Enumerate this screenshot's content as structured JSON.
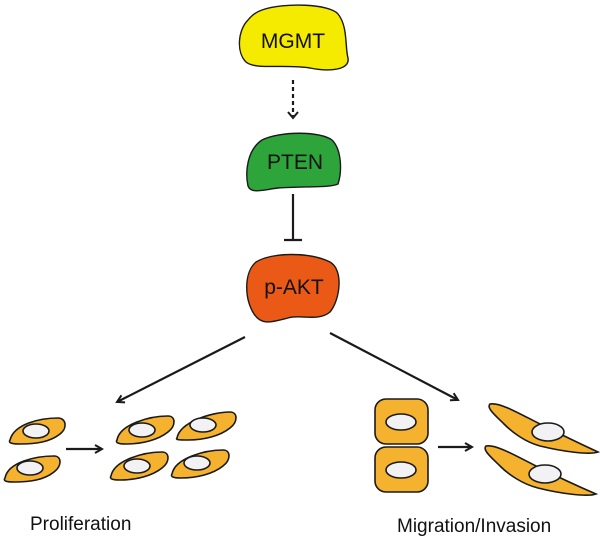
{
  "diagram": {
    "nodes": [
      {
        "id": "mgmt",
        "label": "MGMT",
        "color": "#f5eb00"
      },
      {
        "id": "pten",
        "label": "PTEN",
        "color": "#2ea53a"
      },
      {
        "id": "pakt",
        "label": "p-AKT",
        "color": "#ea5a16"
      }
    ],
    "edges": [
      {
        "from": "MGMT",
        "to": "PTEN",
        "type": "dashed-activation"
      },
      {
        "from": "PTEN",
        "to": "p-AKT",
        "type": "inhibition"
      },
      {
        "from": "p-AKT",
        "to": "Proliferation",
        "type": "activation"
      },
      {
        "from": "p-AKT",
        "to": "Migration/Invasion",
        "type": "activation"
      }
    ],
    "outcomes": {
      "proliferation": {
        "label": "Proliferation",
        "before_cells": 2,
        "after_cells": 4
      },
      "migration": {
        "label": "Migration/Invasion",
        "before_cells": 2,
        "after_cells": 2
      }
    },
    "cell_color": "#f5b22e",
    "nucleus_color": "#f2f2f4"
  }
}
